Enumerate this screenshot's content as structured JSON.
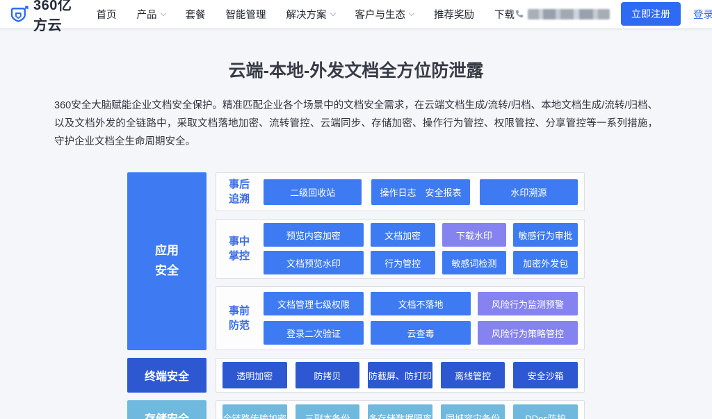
{
  "theme": {
    "accent_blue": "#2f6bf2",
    "box_blue": "#3e7bf2",
    "box_purple": "#8583f0",
    "box_dark_blue": "#2e58d2",
    "box_light_blue": "#6fb9df",
    "section_label_blue": "#3a6be4",
    "page_bg": "#f5f6f9"
  },
  "header": {
    "logo_text": "360亿方云",
    "nav": [
      {
        "label": "首页"
      },
      {
        "label": "产品"
      },
      {
        "label": "套餐"
      },
      {
        "label": "智能管理"
      },
      {
        "label": "解决方案"
      },
      {
        "label": "客户与生态"
      },
      {
        "label": "推荐奖励"
      },
      {
        "label": "下载"
      }
    ],
    "register_label": "立即注册",
    "login_label": "登录"
  },
  "hero": {
    "title": "云端-本地-外发文档全方位防泄露",
    "description": "360安全大脑赋能企业文档安全保护。精准匹配企业各个场景中的文档安全需求，在云端文档生成/流转/归档、本地文档生成/流转/归档、以及文档外发的全链路中，采取文档落地加密、流转管控、云端同步、存储加密、操作行为管控、权限管控、分享管控等一系列措施，守护企业文档全生命周期安全。"
  },
  "diagram": {
    "left_column": [
      {
        "label": "应用\n安全"
      },
      {
        "label": "终端安全"
      },
      {
        "label": "存储安全"
      }
    ],
    "sections": [
      {
        "label": "事后\n追溯",
        "rows": [
          [
            "二级回收站",
            "操作日志　安全报表",
            "水印溯源"
          ]
        ]
      },
      {
        "label": "事中\n掌控",
        "rows": [
          [
            "预览内容加密",
            "文档加密",
            "下载水印",
            "敏感行为审批"
          ],
          [
            "文档预览水印",
            "行为管控",
            "敏感词检测",
            "加密外发包"
          ]
        ]
      },
      {
        "label": "事前\n防范",
        "rows": [
          [
            "文档管理七级权限",
            "文档不落地",
            "风险行为监测预警"
          ],
          [
            "登录二次验证",
            "云查毒",
            "风险行为策略管控"
          ]
        ]
      },
      {
        "label": "",
        "rows": [
          [
            "透明加密",
            "防拷贝",
            "防截屏、防打印",
            "离线管控",
            "安全沙箱"
          ]
        ]
      },
      {
        "label": "",
        "rows": [
          [
            "全链路传输加密",
            "三副本备份",
            "多存储数据隔离",
            "同城容灾备份",
            "DDos防护"
          ]
        ]
      }
    ]
  }
}
